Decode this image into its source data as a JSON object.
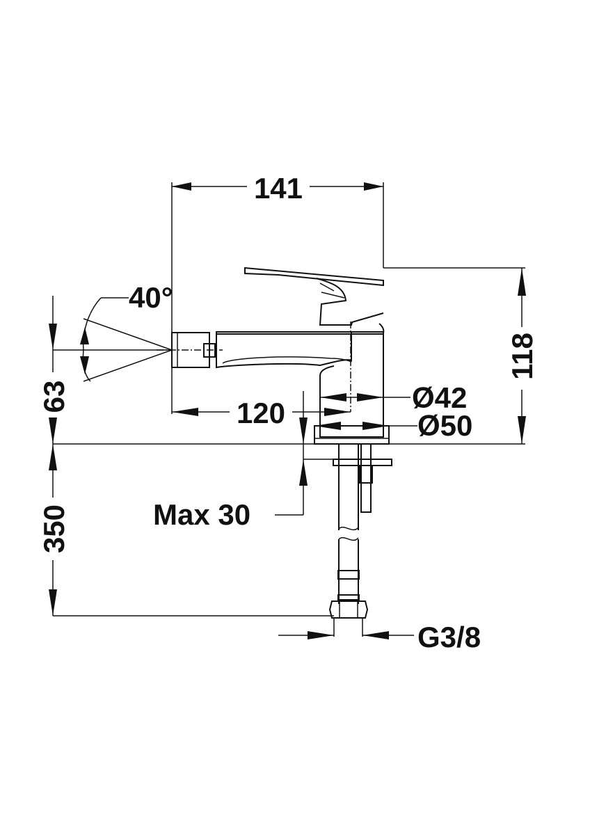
{
  "drawing": {
    "dimensions": {
      "overall_length": "141",
      "spout_reach": "120",
      "total_height": "118",
      "spray_height": "63",
      "hose_length": "350",
      "spray_angle": "40°",
      "inner_diameter": "Ø42",
      "base_diameter": "Ø50",
      "max_counter_thickness": "Max 30",
      "thread": "G3/8"
    }
  }
}
